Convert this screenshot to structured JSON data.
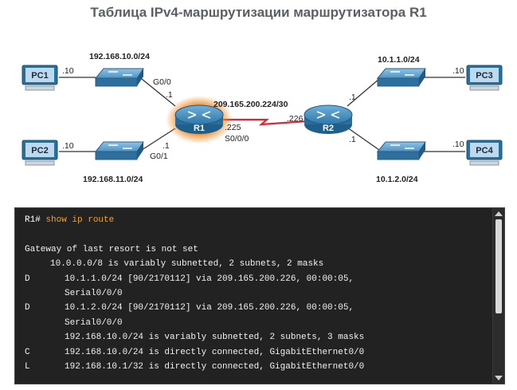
{
  "title": "Таблица IPv4-маршрутизации маршрутизатора R1",
  "topology": {
    "pcs": [
      "PC1",
      "PC2",
      "PC3",
      "PC4"
    ],
    "routers": [
      "R1",
      "R2"
    ],
    "networks": {
      "lan1": "192.168.10.0/24",
      "lan2": "192.168.11.0/24",
      "wan": "209.165.200.224/30",
      "lan3": "10.1.1.0/24",
      "lan4": "10.1.2.0/24"
    },
    "host_ids": {
      "pc1": ".10",
      "pc2": ".10",
      "pc3": ".10",
      "pc4": ".10",
      "r1_g00": ".1",
      "r1_g01": ".1",
      "r1_s000": ".225",
      "r2_s000": ".226",
      "r2_top": ".1",
      "r2_bottom": ".1"
    },
    "interfaces": {
      "r1_g00": "G0/0",
      "r1_g01": "G0/1",
      "r1_s000": "S0/0/0"
    }
  },
  "terminal": {
    "prompt": "R1#",
    "command": "show ip route",
    "gateway": "Gateway of last resort is not set",
    "subnet_10": "10.0.0.0/8 is variably subnetted, 2 subnets, 2 masks",
    "route1_code": "D",
    "route1_a": "10.1.1.0/24 [90/2170112] via 209.165.200.226, 00:00:05,",
    "route1_b": "Serial0/0/0",
    "route2_code": "D",
    "route2_a": "10.1.2.0/24 [90/2170112] via 209.165.200.226, 00:00:05,",
    "route2_b": "Serial0/0/0",
    "subnet_192": "192.168.10.0/24 is variably subnetted, 2 subnets, 3 masks",
    "route3_code": "C",
    "route3": "192.168.10.0/24 is directly connected, GigabitEthernet0/0",
    "route4_code": "L",
    "route4": "192.168.10.1/32 is directly connected, GigabitEthernet0/0"
  },
  "colors": {
    "router_blue": "#2a6f9a",
    "router_highlight": "#f08a24",
    "serial_link": "#d42a3a",
    "prompt_command": "#f0a030"
  }
}
